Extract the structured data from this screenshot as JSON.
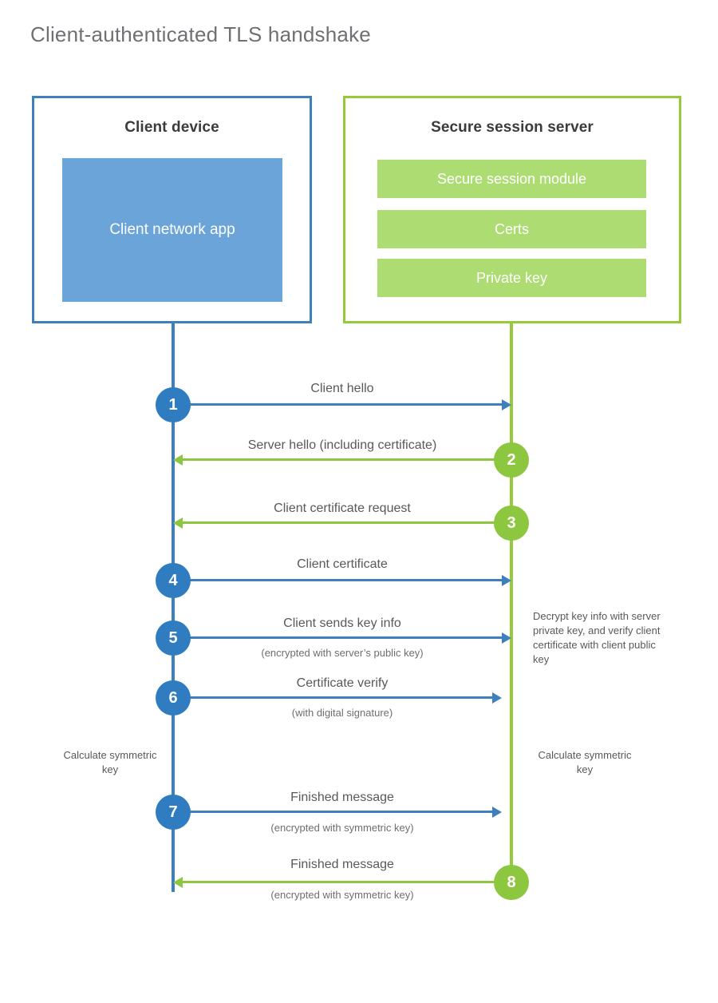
{
  "title": "Client-authenticated TLS handshake",
  "colors": {
    "client_blue": "#3e7fbe",
    "client_circle": "#2f7dc0",
    "client_app_fill": "#6aa4d8",
    "server_green": "#97c93d",
    "server_circle": "#8dc63f",
    "server_bar_fill": "#addc73",
    "text_gray": "#58595b",
    "title_gray": "#6f7073"
  },
  "client": {
    "title": "Client device",
    "app_label": "Client network app"
  },
  "server": {
    "title": "Secure session server",
    "components": [
      "Secure session module",
      "Certs",
      "Private key"
    ]
  },
  "steps": [
    {
      "number": "1",
      "side": "client",
      "direction": "to-server",
      "label": "Client hello",
      "sub": ""
    },
    {
      "number": "2",
      "side": "server",
      "direction": "to-client",
      "label": "Server hello (including certificate)",
      "sub": ""
    },
    {
      "number": "3",
      "side": "server",
      "direction": "to-client",
      "label": "Client certificate request",
      "sub": ""
    },
    {
      "number": "4",
      "side": "client",
      "direction": "to-server",
      "label": "Client certificate",
      "sub": ""
    },
    {
      "number": "5",
      "side": "client",
      "direction": "to-server",
      "label": "Client sends key info",
      "sub": "(encrypted with server’s public key)"
    },
    {
      "number": "6",
      "side": "client",
      "direction": "to-server",
      "label": "Certificate verify",
      "sub": "(with digital signature)"
    },
    {
      "number": "7",
      "side": "client",
      "direction": "to-server",
      "label": "Finished message",
      "sub": "(encrypted with symmetric key)"
    },
    {
      "number": "8",
      "side": "server",
      "direction": "to-client",
      "label": "Finished message",
      "sub": "(encrypted with symmetric key)"
    }
  ],
  "notes": {
    "server_decrypt": "Decrypt key info with server private key, and verify client certificate with client public key",
    "client_calculate": "Calculate symmetric key",
    "server_calculate": "Calculate symmetric key"
  }
}
